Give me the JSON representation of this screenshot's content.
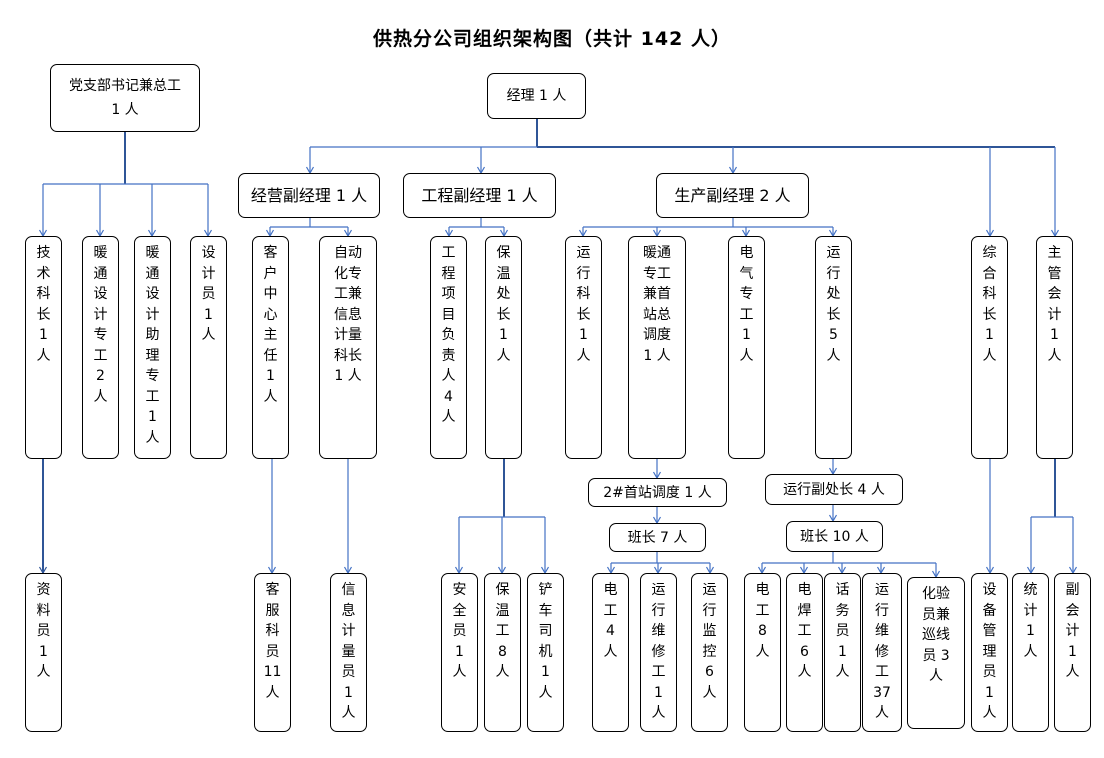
{
  "title": "供热分公司组织架构图（共计 142 人）",
  "colors": {
    "connector": "#4472c4",
    "connector_dark": "#2f5597",
    "box_border": "#000000"
  },
  "nodes": {
    "party_secretary": "党支部书记兼总工\n1 人",
    "manager": "经理 1 人",
    "tech_chief": "技\n术\n科\n长\n1\n人",
    "hvac_design_engineer": "暖\n通\n设\n计\n专\n工\n2\n人",
    "hvac_design_assistant": "暖\n通\n设\n计\n助\n理\n专\n工\n1\n人",
    "designer": "设\n计\n员\n1\n人",
    "archivist": "资\n料\n员\n1\n人",
    "business_vp": "经营副经理 1 人",
    "customer_center_director": "客\n户\n中\n心\n主\n任\n1\n人",
    "automation_engineer": "自动\n化专\n工兼\n信息\n计量\n科长\n1 人",
    "customer_service_staff": "客\n服\n科\n员\n11\n人",
    "metering_staff": "信\n息\n计\n量\n员\n1\n人",
    "engineering_vp": "工程副经理 1 人",
    "project_leads": "工\n程\n项\n目\n负\n责\n人\n4\n人",
    "insulation_chief": "保\n温\n处\n长\n1\n人",
    "safety_officer": "安\n全\n员\n1\n人",
    "insulation_workers": "保\n温\n工\n8\n人",
    "loader_driver": "铲\n车\n司\n机\n1\n人",
    "production_vp": "生产副经理 2 人",
    "operations_chief": "运\n行\n科\n长\n1\n人",
    "hvac_dispatcher": "暖通\n专工\n兼首\n站总\n调度\n1 人",
    "electrical_engineer": "电\n气\n专\n工\n1\n人",
    "operations_director": "运\n行\n处\n长\n5\n人",
    "station2_dispatch": "2#首站调度 1 人",
    "team_leader_7": "班长 7 人",
    "electricians_4": "电\n工\n4\n人",
    "maintenance_1": "运\n行\n维\n修\n工\n1\n人",
    "monitoring_6": "运\n行\n监\n控\n6\n人",
    "ops_deputy": "运行副处长 4 人",
    "team_leader_10": "班长 10 人",
    "electricians_8": "电\n工\n8\n人",
    "welders_6": "电\n焊\n工\n6\n人",
    "operator_1": "话\n务\n员\n1\n人",
    "maintenance_37": "运\n行\n维\n修\n工\n37\n人",
    "lab_patrol": "化验\n员兼\n巡线\n员 3\n人",
    "general_chief": "综\n合\n科\n长\n1\n人",
    "equipment_manager": "设\n备\n管\n理\n员\n1\n人",
    "chief_accountant": "主\n管\n会\n计\n1\n人",
    "statistician": "统\n计\n1\n人",
    "deputy_accountant": "副\n会\n计\n1\n人"
  }
}
